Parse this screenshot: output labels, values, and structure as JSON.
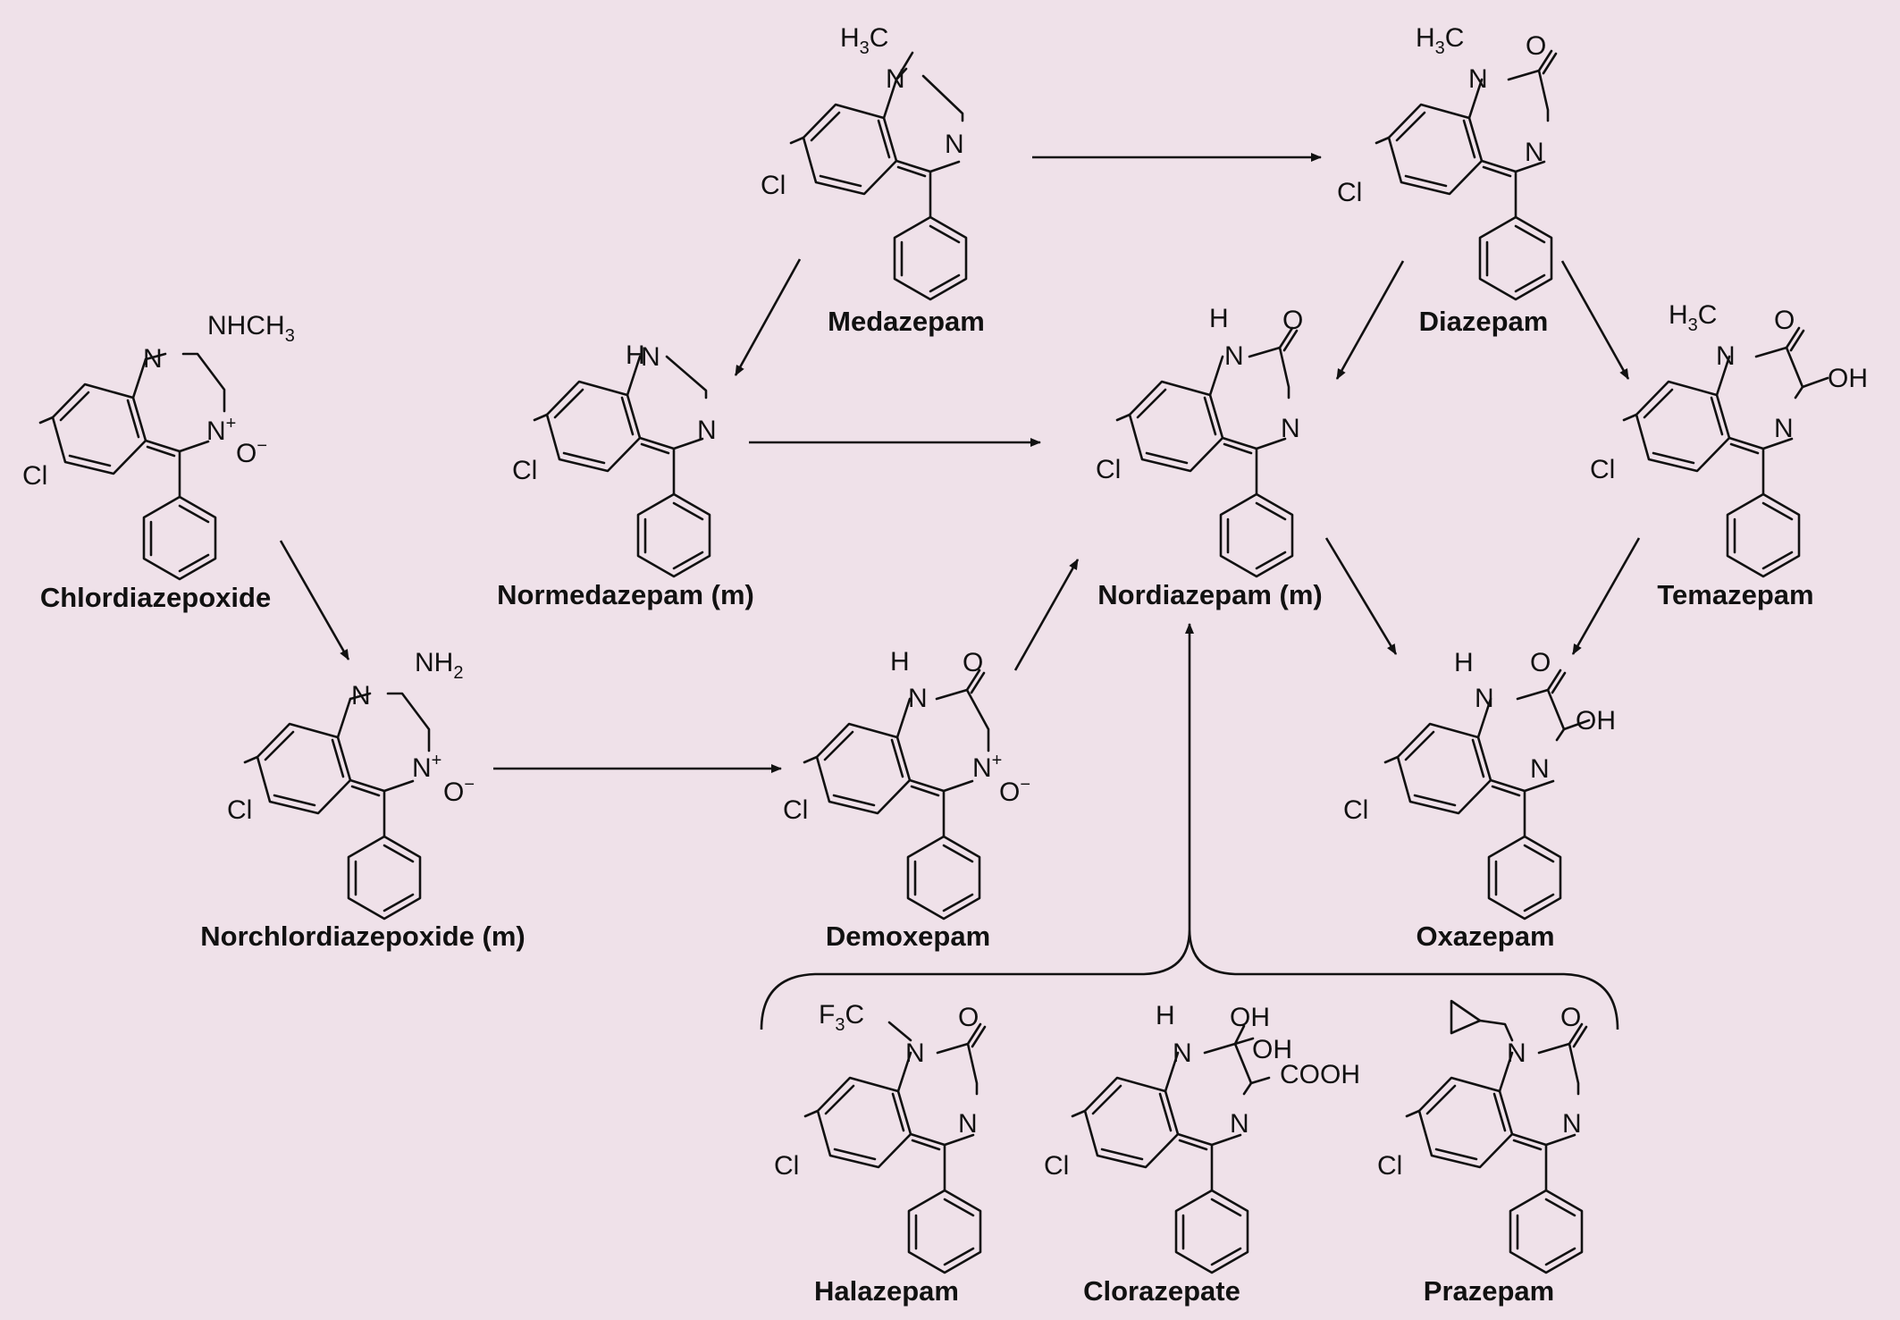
{
  "compounds": {
    "medazepam": "Medazepam",
    "diazepam": "Diazepam",
    "chlordiazepoxide": "Chlordiazepoxide",
    "normedazepam": "Normedazepam (m)",
    "nordiazepam": "Nordiazepam (m)",
    "temazepam": "Temazepam",
    "norchlordiazepoxide": "Norchlordiazepoxide (m)",
    "demoxepam": "Demoxepam",
    "oxazepam": "Oxazepam",
    "halazepam": "Halazepam",
    "clorazepate": "Clorazepate",
    "prazepam": "Prazepam"
  },
  "atoms": {
    "cl": "Cl",
    "n": "N",
    "nh_h": "H",
    "o": "O",
    "oh": "OH",
    "h": "H",
    "c": "C",
    "f": "F",
    "nh": "NH",
    "ch": "CH",
    "three": "3",
    "two": "2",
    "plus": "+",
    "minus": "−",
    "cooh": "COOH"
  }
}
